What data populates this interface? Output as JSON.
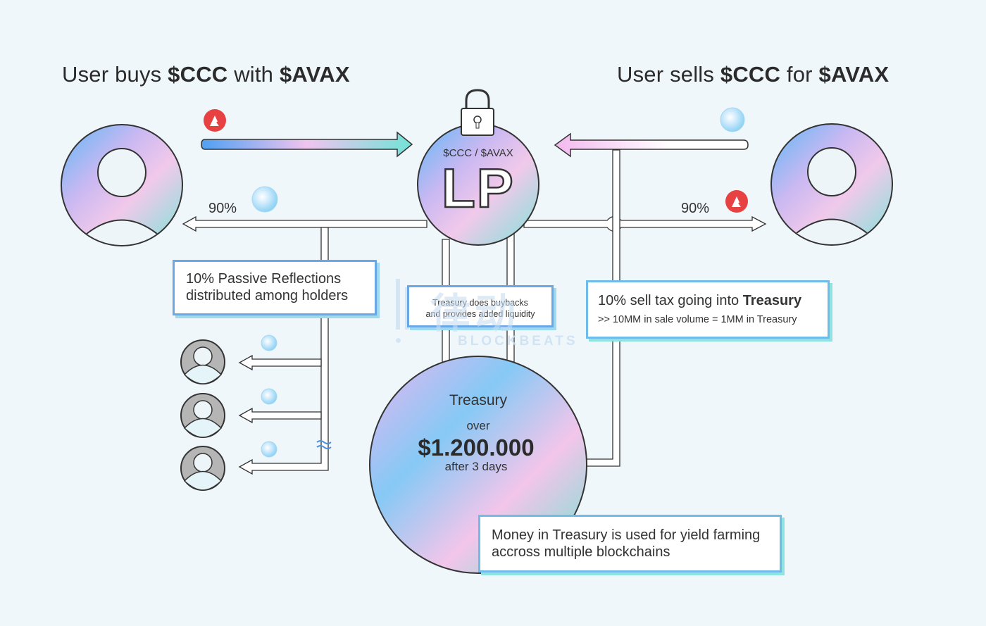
{
  "titles": {
    "buy": {
      "pre": "User buys ",
      "t1": "$CCC",
      "mid": " with ",
      "t2": "$AVAX"
    },
    "sell": {
      "pre": "User sells ",
      "t1": "$CCC",
      "mid": " for ",
      "t2": "$AVAX"
    }
  },
  "lp": {
    "pair": "$CCC / $AVAX",
    "label": "LP"
  },
  "percentages": {
    "left": "90%",
    "right": "90%"
  },
  "reflections_box": {
    "line1": "10% Passive Reflections",
    "line2": "distributed among holders"
  },
  "buyback_box": {
    "line1": "Treasury does buybacks",
    "line2": "and provides added liquidity"
  },
  "sell_tax_box": {
    "line1_pre": "10% sell tax going into ",
    "line1_bold": "Treasury",
    "line2": ">> 10MM in sale volume = 1MM in Treasury"
  },
  "treasury": {
    "title": "Treasury",
    "over": "over",
    "amount": "$1.200.000",
    "after": "after 3 days"
  },
  "yield_box": {
    "line1": "Money in Treasury is used for yield farming",
    "line2": "accross multiple blockchains"
  },
  "watermark": {
    "cn": "律动",
    "en": "BLOCKBEATS"
  },
  "colors": {
    "avax_red": "#e84142",
    "frame_blue": "#6aa7e6",
    "frame_teal": "#8fe3e0",
    "background": "#f0f7fb"
  }
}
